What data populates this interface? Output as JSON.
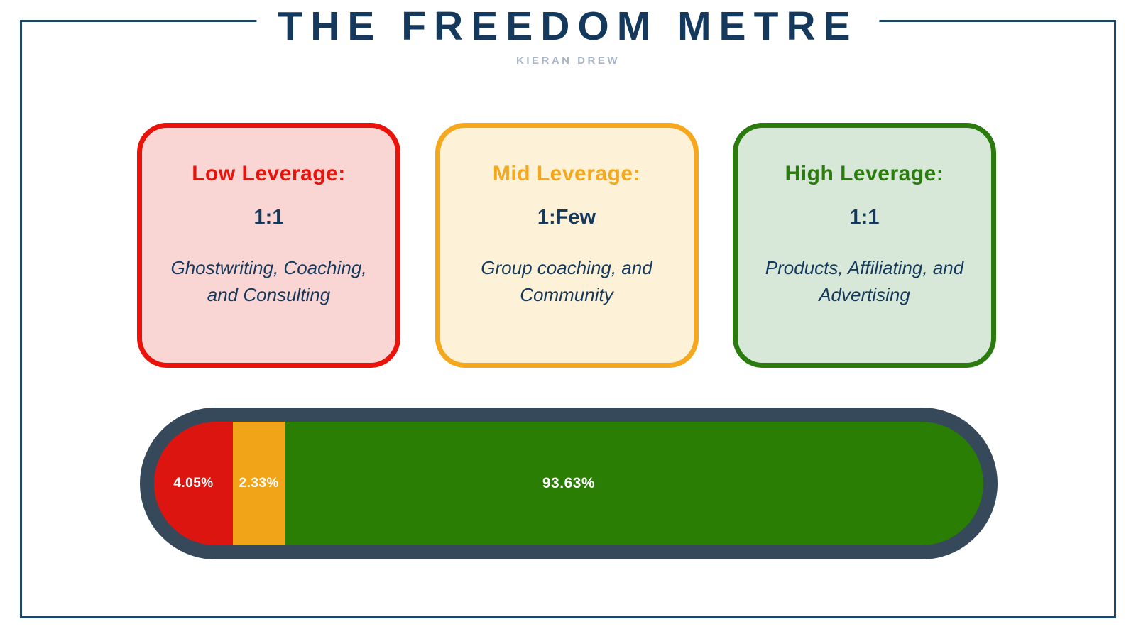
{
  "header": {
    "title": "THE FREEDOM METRE",
    "subtitle": "KIERAN DREW"
  },
  "palette": {
    "navy": "#15395d",
    "frame": "#1b4466",
    "subtitle": "#a8b6c6",
    "track": "#35495b"
  },
  "cards": [
    {
      "heading": "Low Leverage:",
      "ratio": "1:1",
      "description": "Ghostwriting, Coaching, and Consulting",
      "accent": "#ea130c",
      "background": "#f9d6d3"
    },
    {
      "heading": "Mid Leverage:",
      "ratio": "1:Few",
      "description": "Group coaching, and Community",
      "accent": "#f5a81d",
      "background": "#fdf2d8"
    },
    {
      "heading": "High Leverage:",
      "ratio": "1:1",
      "description": "Products, Affiliating, and Advertising",
      "accent": "#2b7b0e",
      "background": "#d7e8d8"
    }
  ],
  "meter": {
    "type": "stacked-bar",
    "segments": [
      {
        "name": "low-leverage",
        "label": "4.05%",
        "value": 4.05,
        "color": "#dc1510",
        "width_pct": 9.5
      },
      {
        "name": "mid-leverage",
        "label": "2.33%",
        "value": 2.33,
        "color": "#f2a418",
        "width_pct": 6.3
      },
      {
        "name": "high-leverage",
        "label": "93.63%",
        "value": 93.63,
        "color": "#2a7e04",
        "width_pct": 84.2
      }
    ]
  }
}
